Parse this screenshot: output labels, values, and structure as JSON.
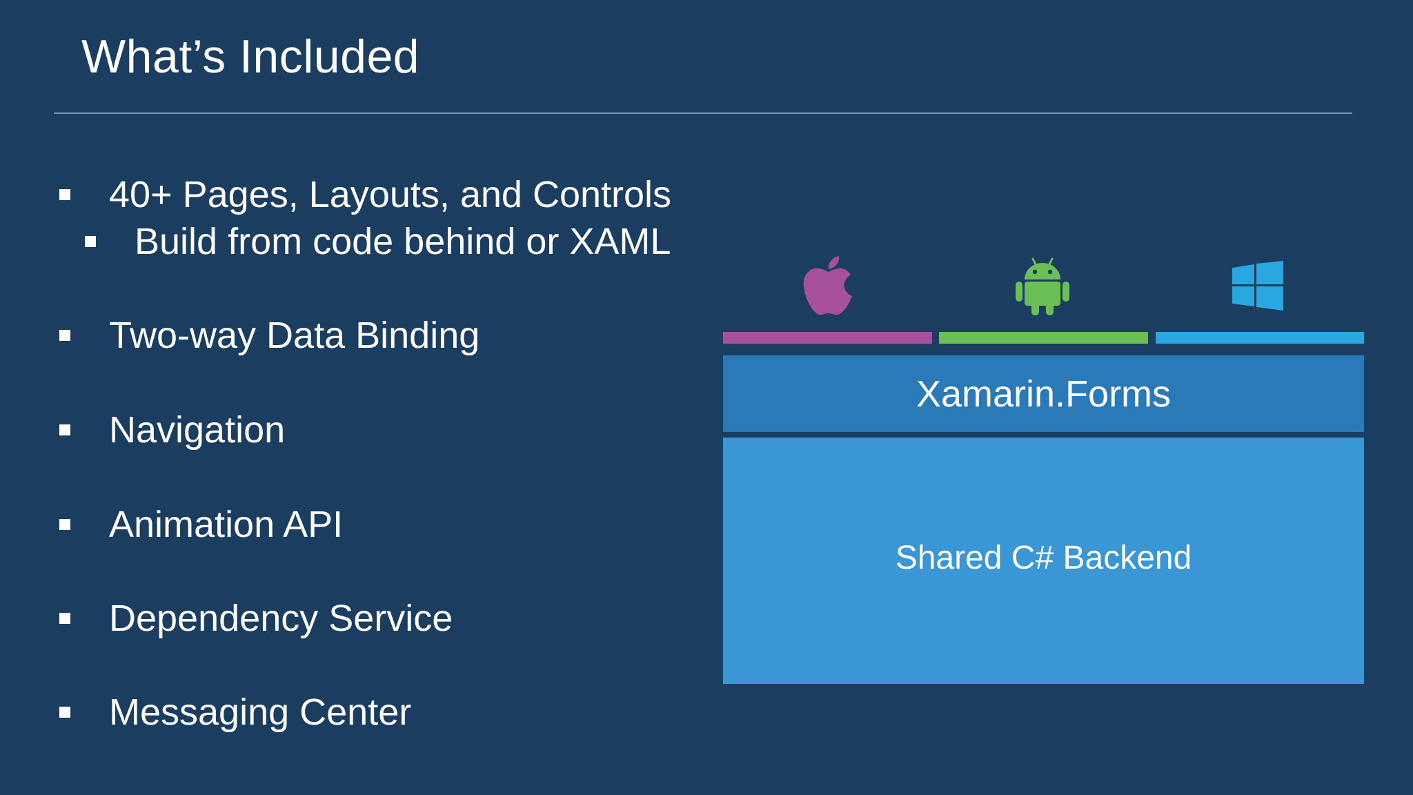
{
  "slide": {
    "title": "What’s Included"
  },
  "bullets": [
    {
      "text": "40+ Pages, Layouts, and Controls",
      "level": 1
    },
    {
      "text": "Build from code behind or XAML",
      "level": 2
    },
    {
      "text": "Two-way Data Binding",
      "level": 1
    },
    {
      "text": "Navigation",
      "level": 1
    },
    {
      "text": "Animation API",
      "level": 1
    },
    {
      "text": "Dependency Service",
      "level": 1
    },
    {
      "text": "Messaging Center",
      "level": 1
    }
  ],
  "diagram": {
    "platform_icons": [
      "apple-icon",
      "android-icon",
      "windows-icon"
    ],
    "platform_colors": {
      "apple": "#a7519d",
      "android": "#6cbf57",
      "windows": "#29a7e1"
    },
    "forms_label": "Xamarin.Forms",
    "backend_label": "Shared C# Backend"
  },
  "colors": {
    "background": "#1b3d60",
    "forms_box": "#2a7ab8",
    "backend_box": "#3a96d4"
  }
}
